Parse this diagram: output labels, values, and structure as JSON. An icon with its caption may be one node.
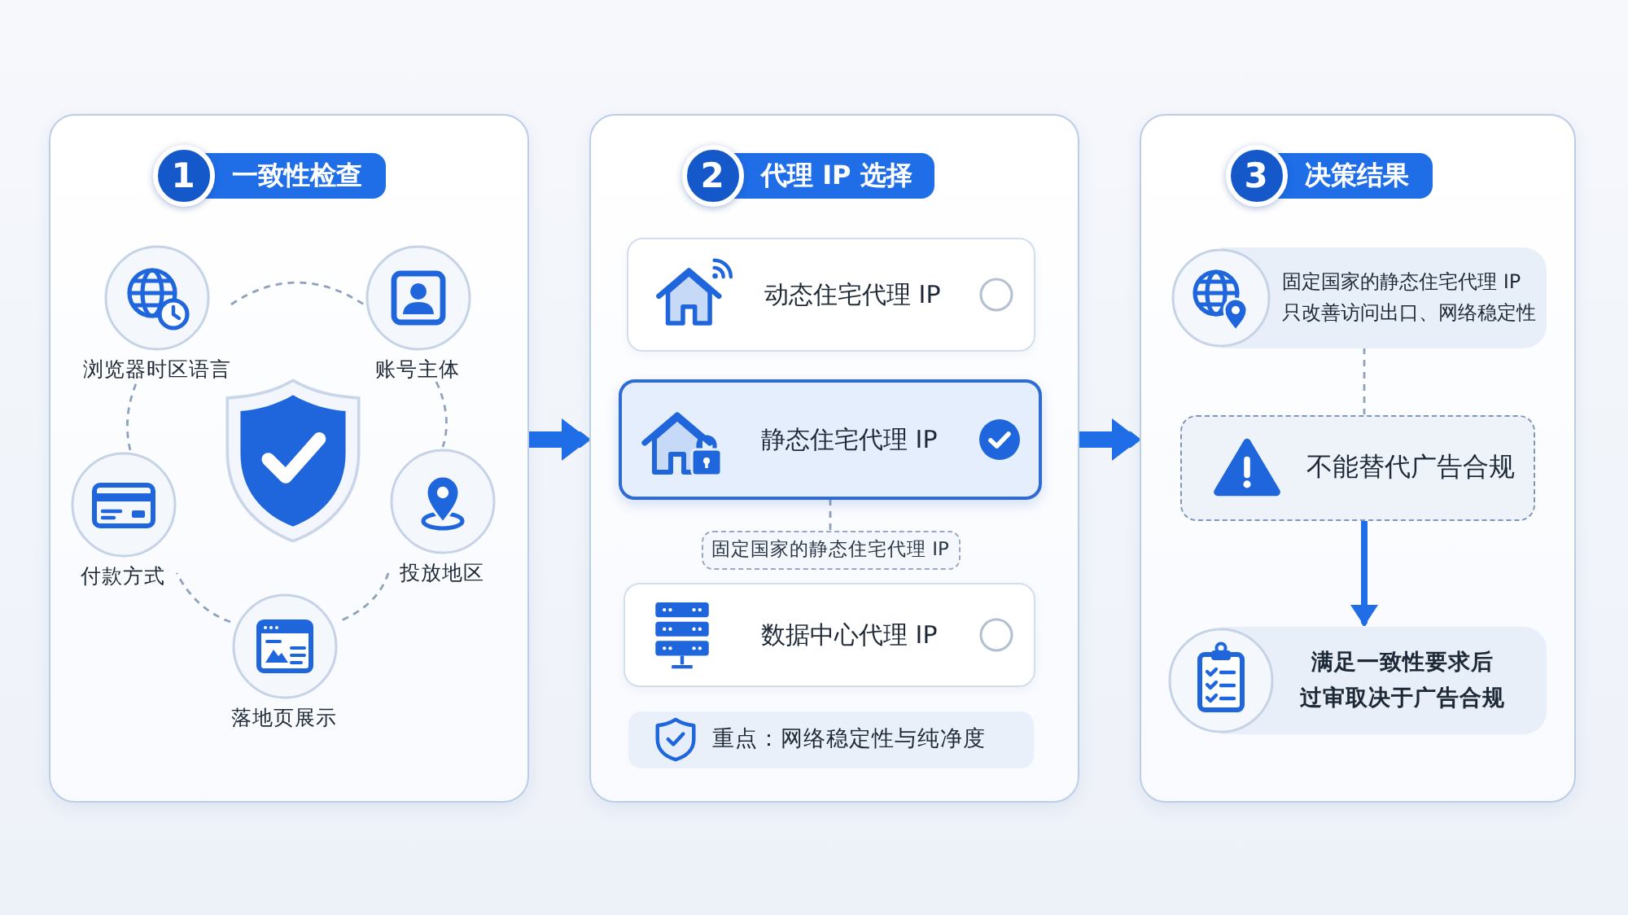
{
  "diagram": {
    "nodes": [
      {
        "text": [
          "1",
          "一致性检查"
        ]
      },
      {
        "text": [
          "浏览器时区语言"
        ],
        "in": 0
      },
      {
        "text": [
          "账号主体"
        ],
        "in": 0
      },
      {
        "text": [
          "付款方式"
        ],
        "in": 0
      },
      {
        "text": [
          "投放地区"
        ],
        "in": 0
      },
      {
        "text": [
          "落地页展示"
        ],
        "in": 0
      },
      {
        "text": [
          "2",
          "代理 IP 选择"
        ]
      },
      {
        "text": [
          "动态住宅代理 IP"
        ],
        "in": 6
      },
      {
        "text": [
          "静态住宅代理 IP"
        ],
        "in": 6
      },
      {
        "text": [
          "固定国家的静态住宅代理 IP"
        ],
        "in": 6
      },
      {
        "text": [
          "数据中心代理 IP"
        ],
        "in": 6
      },
      {
        "text": [
          "重点：网络稳定性与纯净度"
        ],
        "in": 6
      },
      {
        "text": [
          "3",
          "决策结果"
        ]
      },
      {
        "text": [
          "固定国家的静态住宅代理 IP只改善访问出口、网络稳定性"
        ],
        "in": 12
      },
      {
        "text": [
          "不能替代广告合规"
        ],
        "in": 12
      },
      {
        "text": [
          "满足一致性要求后过审取决于广告合规"
        ],
        "in": 12
      }
    ],
    "edges": [
      {
        "from": 1,
        "to": 2,
        "arrow": "none",
        "style": "dashed"
      },
      {
        "from": 2,
        "to": 4,
        "arrow": "none",
        "style": "dashed"
      },
      {
        "from": 4,
        "to": 5,
        "arrow": "none",
        "style": "dashed"
      },
      {
        "from": 5,
        "to": 3,
        "arrow": "none",
        "style": "dashed"
      },
      {
        "from": 3,
        "to": 1,
        "arrow": "none",
        "style": "dashed"
      },
      {
        "from": 0,
        "to": 6,
        "arrow": "to",
        "style": "thick",
        "color": "#1f6ee8"
      },
      {
        "from": 8,
        "to": 9,
        "arrow": "none",
        "style": "dashed"
      },
      {
        "from": 6,
        "to": 12,
        "arrow": "to",
        "style": "thick",
        "color": "#1f6ee8"
      },
      {
        "from": 13,
        "to": 14,
        "arrow": "none",
        "style": "dashed"
      },
      {
        "from": 14,
        "to": 15,
        "arrow": "to",
        "style": "thick",
        "color": "#1f6ee8"
      }
    ]
  }
}
